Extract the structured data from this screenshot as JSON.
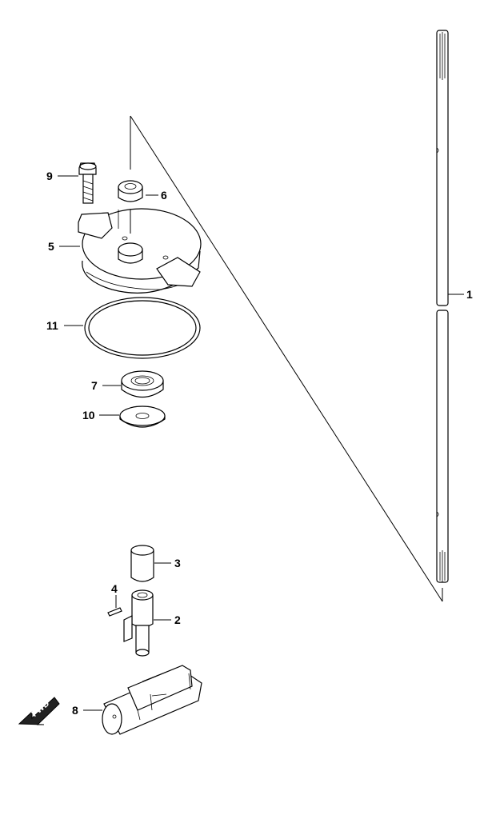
{
  "callouts": {
    "c1": "1",
    "c2": "2",
    "c3": "3",
    "c4": "4",
    "c5": "5",
    "c6": "6",
    "c7": "7",
    "c8": "8",
    "c9": "9",
    "c10": "10",
    "c11": "11"
  },
  "fwd": {
    "label": "FWD"
  }
}
